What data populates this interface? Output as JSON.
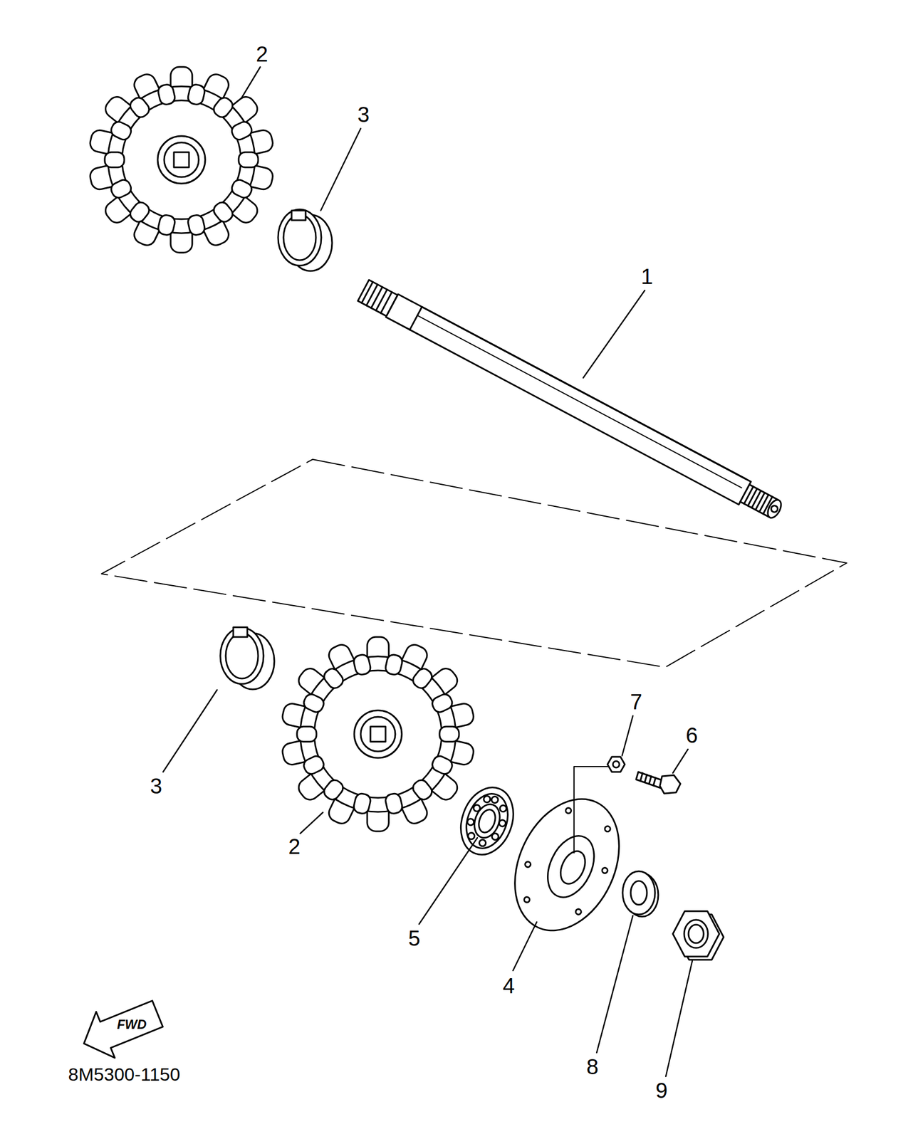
{
  "diagram": {
    "labels": [
      "2",
      "3",
      "1",
      "7",
      "6",
      "3",
      "2",
      "5",
      "4",
      "8",
      "9",
      "FWD",
      "8M5300-1150"
    ]
  }
}
